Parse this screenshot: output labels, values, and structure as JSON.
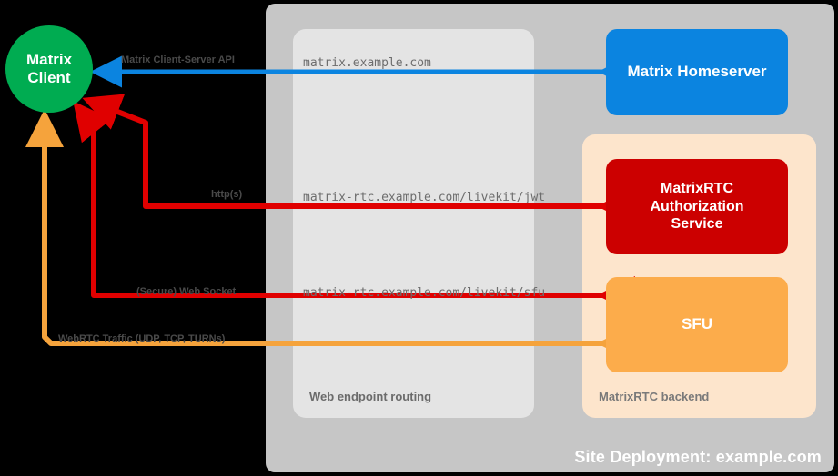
{
  "site": {
    "label": "Site Deployment: example.com"
  },
  "groups": {
    "routing": {
      "label": "Web endpoint routing"
    },
    "backend": {
      "label": "MatrixRTC backend"
    }
  },
  "nodes": {
    "client": "Matrix\nClient",
    "client_line1": "Matrix",
    "client_line2": "Client",
    "homeserver": "Matrix Homeserver",
    "auth_line1": "MatrixRTC",
    "auth_line2": "Authorization",
    "auth_line3": "Service",
    "sfu": "SFU"
  },
  "flows": [
    {
      "protocol": "Matrix Client-Server API",
      "endpoint": "matrix.example.com",
      "color": "#0b84e0",
      "direction": "bidirectional"
    },
    {
      "protocol": "http(s)",
      "endpoint": "matrix-rtc.example.com/livekit/jwt",
      "color": "#e00000",
      "direction": "bidirectional"
    },
    {
      "protocol": "(Secure) Web Socket",
      "endpoint": "matrix-rtc.example.com/livekit/sfu",
      "color": "#e00000",
      "direction": "bidirectional"
    },
    {
      "protocol": "WebRTC Traffic (UDP, TCP, TURNs)",
      "endpoint": "",
      "color": "#f5a33c",
      "direction": "bidirectional"
    }
  ],
  "colors": {
    "background": "#000000",
    "site": "#c6c6c6",
    "routing": "#e4e4e4",
    "backend": "#fde5cc",
    "client": "#00ac51",
    "homeserver": "#0b84e0",
    "auth_service": "#cc0000",
    "sfu": "#fcac4b",
    "blue_link": "#0b84e0",
    "red_link": "#e00000",
    "orange_link": "#f5a33c"
  }
}
